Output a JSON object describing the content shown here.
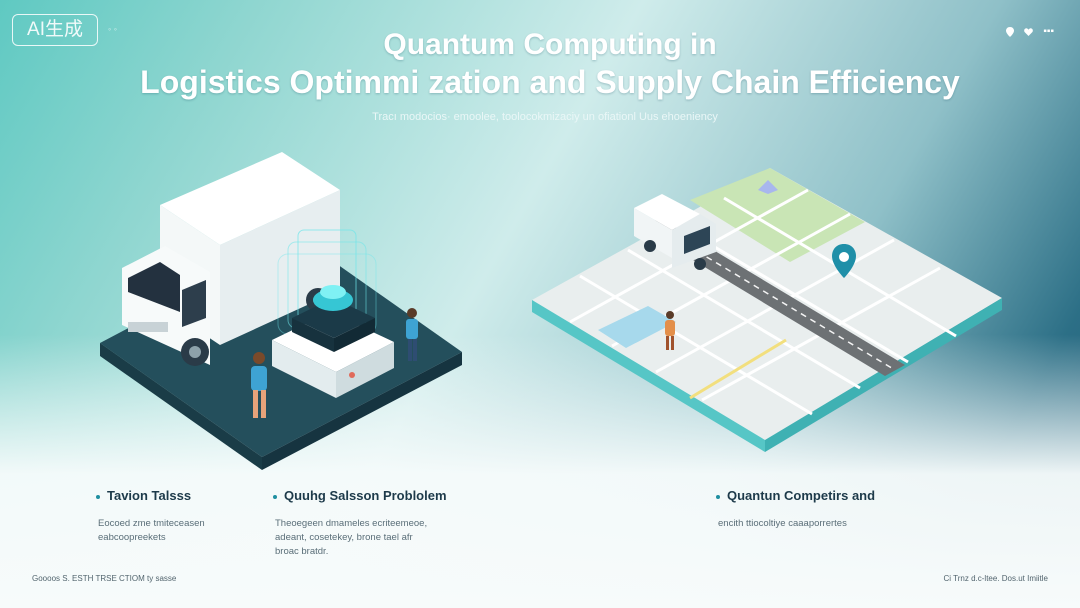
{
  "watermark": {
    "text": "AI生成",
    "trail": "◦ ◦"
  },
  "top_right": {
    "icons": [
      "pin-icon",
      "heart-icon"
    ],
    "label": "▪▪▪"
  },
  "title": {
    "line1": "Quantum Computing in",
    "line2": "Logistics Optimmi zation and Supply Chain Efficiency"
  },
  "subtitle": "Tracı modocios· emoolee, toolocokmizaciy un ofiationl Uus ehoeniency",
  "features": [
    {
      "head": "Tavion Talsss",
      "body": [
        "Eocoed zme tmiteceasen",
        "eabcoopreekets"
      ]
    },
    {
      "head": "Quuhg Salsson Problolem",
      "body": [
        "Theoegeen dmameles ecriteemeoe,",
        "adeant, cosetekey, brone tael afr",
        "broac bratdr."
      ]
    },
    {
      "head": "Quantun Competirs and",
      "body": [
        "encith ttiocoltiye caaaporrertes"
      ]
    }
  ],
  "footer": {
    "left": "Goooos S. ESTH TRSE CTIOM  ty sasse",
    "right": "Ci Trnz d.c-ltee. Dos.ut Imiitle"
  },
  "colors": {
    "truck_body": "#f4f8f8",
    "platform_dark": "#244f5c",
    "quantum_core": "#4fe0e8",
    "map_base": "#e9eeee",
    "map_edge": "#56c6c6",
    "road": "#6d7174",
    "park": "#c9e5b5",
    "water": "#a7d9ec",
    "pin": "#1f8fa8"
  }
}
